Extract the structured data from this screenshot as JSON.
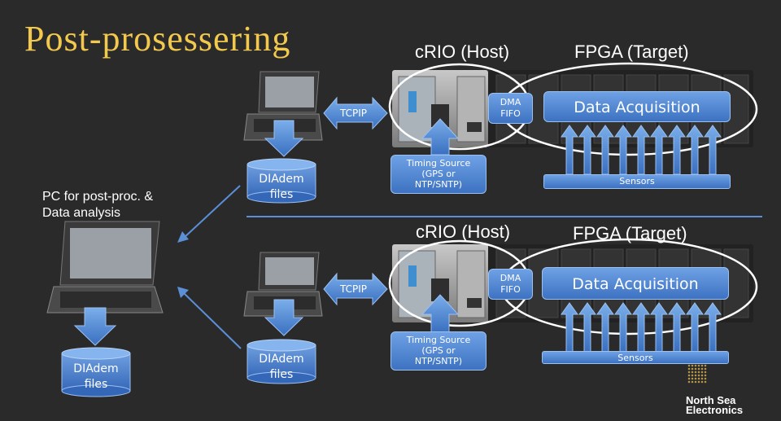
{
  "title": "Post-prosessering",
  "pc_label": {
    "line1": "PC for post-proc. &",
    "line2": "Data analysis"
  },
  "top": {
    "crio_label": "cRIO (Host)",
    "fpga_label": "FPGA (Target)",
    "tcpip_label": "TCPIP",
    "dma": {
      "line1": "DMA",
      "line2": "FIFO"
    },
    "data_acquisition": "Data Acquisition",
    "timing": {
      "line1": "Timing Source",
      "line2": "(GPS or",
      "line3": "NTP/SNTP)"
    },
    "sensors": "Sensors",
    "files": {
      "line1": "DIAdem",
      "line2": "files"
    }
  },
  "bottom": {
    "crio_label": "cRIO (Host)",
    "fpga_label": "FPGA (Target)",
    "tcpip_label": "TCPIP",
    "dma": {
      "line1": "DMA",
      "line2": "FIFO"
    },
    "data_acquisition": "Data Acquisition",
    "timing": {
      "line1": "Timing Source",
      "line2": "(GPS or",
      "line3": "NTP/SNTP)"
    },
    "sensors": "Sensors",
    "files": {
      "line1": "DIAdem",
      "line2": "files"
    }
  },
  "pc_files": {
    "line1": "DIAdem",
    "line2": "files"
  },
  "logo": {
    "line1": "North Sea",
    "line2": "Electronics"
  },
  "colors": {
    "title": "#f2c94c",
    "accent_blue": "#5b8fd6",
    "background": "#2a2a2a"
  }
}
